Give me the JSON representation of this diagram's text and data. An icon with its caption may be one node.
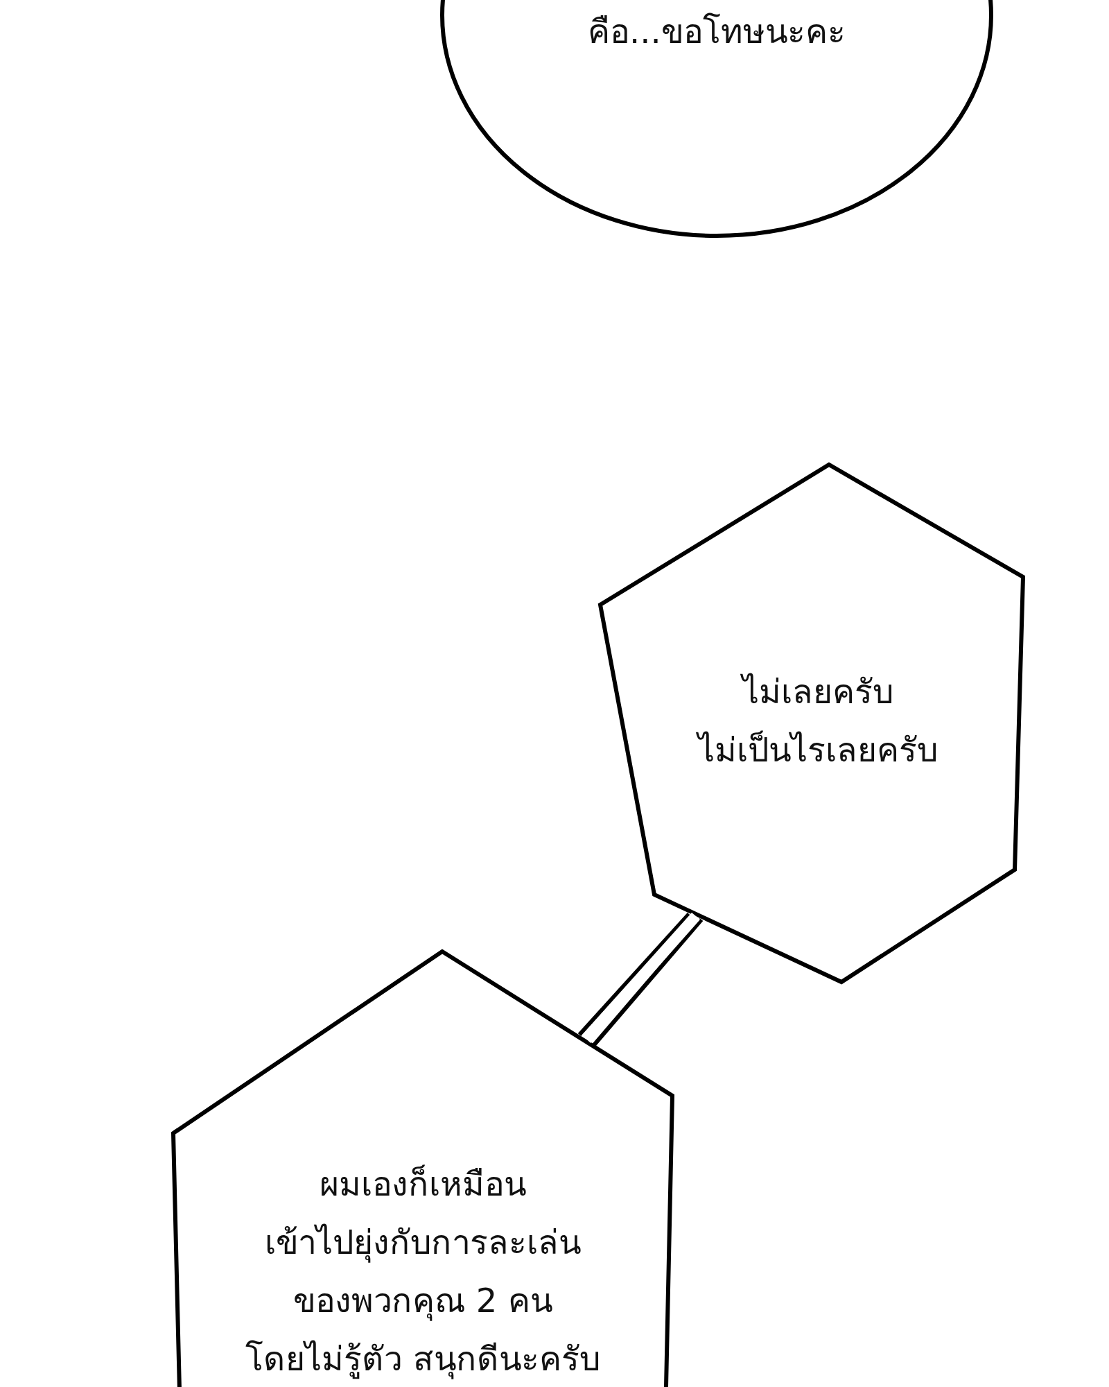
{
  "diagram": {
    "nodes": [
      {
        "text": [
          "คือ...ขอโทษนะคะ"
        ]
      },
      {
        "text": [
          "ไม่เลยครับ ไม่เป็นไรเลยครับ"
        ]
      },
      {
        "text": [
          "ผมเองก็เหมือน เข้าไปยุ่งกับการละเล่น ของพวกคุณ 2 คน โดยไม่รู้ตัว สนุกดีนะครับ"
        ]
      }
    ],
    "edges": [
      {
        "from": 1,
        "to": 2,
        "arrow": "none"
      }
    ]
  }
}
